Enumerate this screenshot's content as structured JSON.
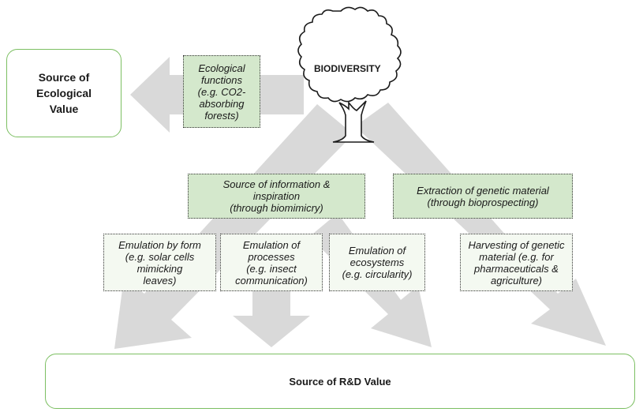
{
  "center": {
    "label": "BIODIVERSITY",
    "icon": "tree-icon"
  },
  "ecological_value": {
    "label": "Source of\nEcological\nValue"
  },
  "ecological_functions": {
    "label": "Ecological\nfunctions\n(e.g. CO2-\nabsorbing\nforests)"
  },
  "info_inspiration": {
    "label": "Source of information &\ninspiration\n(through biomimicry)"
  },
  "genetic_extraction": {
    "label": "Extraction of genetic material\n(through bioprospecting)"
  },
  "emulation_form": {
    "label": "Emulation by form\n(e.g. solar cells\nmimicking\nleaves)"
  },
  "emulation_processes": {
    "label": "Emulation of\nprocesses\n(e.g. insect\ncommunication)"
  },
  "emulation_ecosystems": {
    "label": "Emulation of\necosystems\n(e.g. circularity)"
  },
  "harvesting": {
    "label": "Harvesting of genetic\nmaterial (e.g. for\npharmaceuticals &\nagriculture)"
  },
  "rd_value": {
    "label": "Source of R&D Value"
  },
  "colors": {
    "arrow": "#d9d9d9",
    "green_fill": "#d4e8cc",
    "border_green": "#7cbf62"
  }
}
